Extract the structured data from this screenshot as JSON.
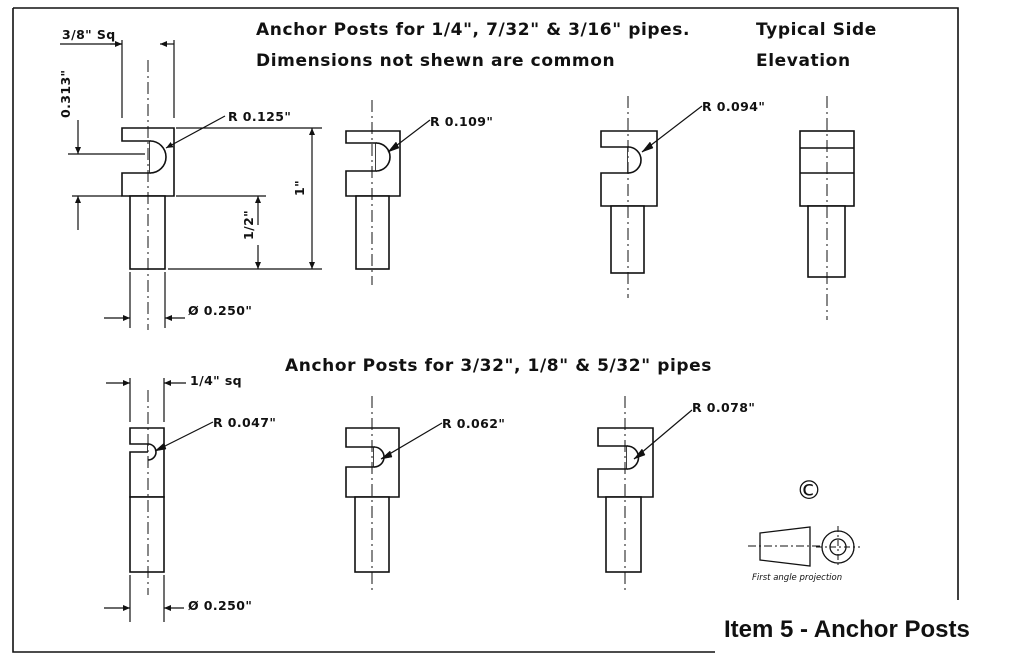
{
  "headings": {
    "top_title": "Anchor Posts for 1/4\", 7/32\" & 3/16\" pipes.",
    "top_subtitle": "Dimensions not shewn are common",
    "side_title": "Typical Side",
    "side_subtitle": "Elevation",
    "bottom_title": "Anchor Posts for 3/32\", 1/8\" & 5/32\" pipes"
  },
  "dimensions": {
    "top_square": "3/8\" Sq",
    "top_slot_height": "0.313\"",
    "top_total_height": "1\"",
    "top_shank_height": "1/2\"",
    "top_diameter": "Ø 0.250\"",
    "bottom_square": "1/4\" sq",
    "bottom_diameter": "Ø 0.250\""
  },
  "radii": {
    "post_1": "R 0.125\"",
    "post_2": "R 0.109\"",
    "post_3": "R 0.094\"",
    "post_4": "R 0.047\"",
    "post_5": "R 0.062\"",
    "post_6": "R 0.078\""
  },
  "symbols": {
    "copyright": "©",
    "projection_label": "First angle projection"
  },
  "item_title": "Item 5 - Anchor Posts"
}
